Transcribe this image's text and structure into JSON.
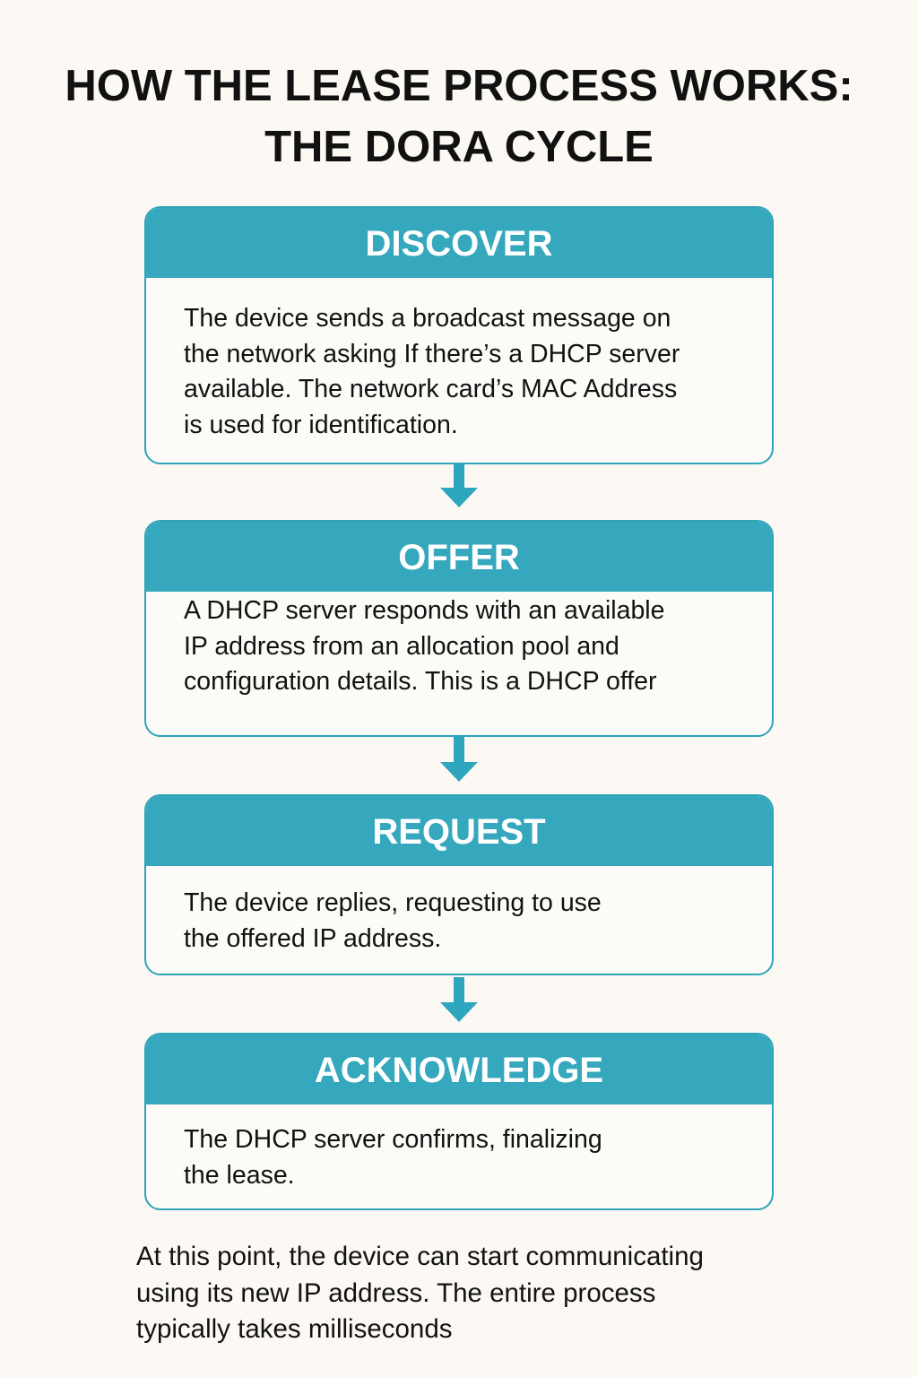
{
  "title": {
    "line1": "HOW THE LEASE PROCESS WORKS:",
    "line2": "THE DORA CYCLE"
  },
  "colors": {
    "accent": "#35a8bd",
    "border": "#2fa3b8",
    "background": "#fcf9f5",
    "text": "#121212"
  },
  "steps": [
    {
      "label": "DISCOVER",
      "text": "The device sends a broadcast message on\nthe network asking If there’s a DHCP server\navailable. The network card’s MAC Address\nis used for identification."
    },
    {
      "label": "OFFER",
      "text": "A DHCP server responds with an available\nIP address from an allocation pool and\nconfiguration details. This is a DHCP offer"
    },
    {
      "label": "REQUEST",
      "text": "The device replies, requesting to use\nthe offered IP address."
    },
    {
      "label": "ACKNOWLEDGE",
      "text": "The DHCP server confirms, finalizing\nthe lease."
    }
  ],
  "arrows": [
    "arrow-down-icon",
    "arrow-down-icon",
    "arrow-down-icon"
  ],
  "footer": "At this point, the device can start communicating\nusing its new IP address. The entire process\ntypically takes milliseconds"
}
